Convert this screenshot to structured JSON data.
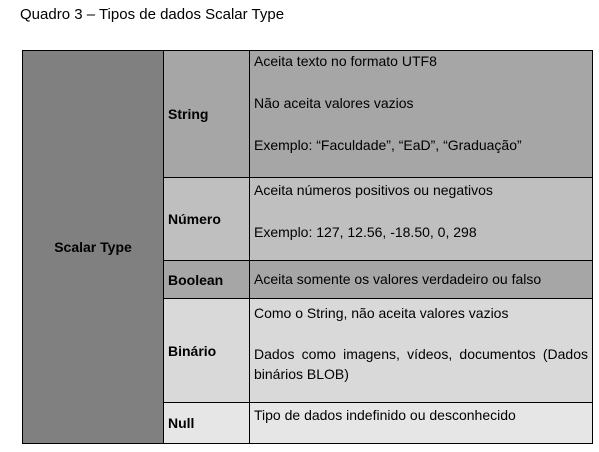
{
  "caption": "Quadro 3 – Tipos de dados Scalar Type",
  "table": {
    "group_label": "Scalar Type",
    "rows": [
      {
        "type": "String",
        "lines": [
          "Aceita texto no formato UTF8",
          "Não aceita valores vazios",
          "Exemplo: “Faculdade”, “EaD”, “Graduação”"
        ]
      },
      {
        "type": "Número",
        "lines": [
          "Aceita números positivos ou negativos",
          "Exemplo: 127, 12.56, -18.50, 0, 298"
        ]
      },
      {
        "type": "Boolean",
        "lines": [
          "Aceita somente os valores verdadeiro ou falso"
        ]
      },
      {
        "type": "Binário",
        "lines": [
          "Como o String, não aceita valores vazios",
          "Dados como imagens, vídeos, documentos (Dados binários BLOB)"
        ]
      },
      {
        "type": "Null",
        "lines": [
          "Tipo de dados indefinido ou desconhecido"
        ]
      }
    ]
  }
}
